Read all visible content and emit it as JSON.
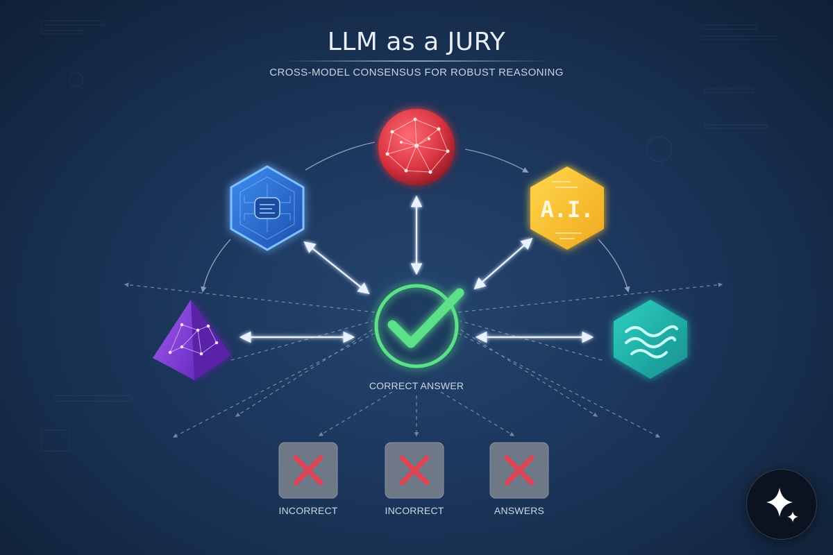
{
  "title": "LLM as a JURY",
  "subtitle": "CROSS-MODEL CONSENSUS FOR ROBUST REASONING",
  "center": {
    "label": "CORRECT ANSWER",
    "icon": "checkmark-icon",
    "color": "#5be08a"
  },
  "jurors": [
    {
      "name": "neural-sphere",
      "icon": "neural-network-sphere-icon",
      "color": "#e0424e"
    },
    {
      "name": "circuit-hexagon",
      "icon": "circuit-chip-icon",
      "color": "#2f6fd6"
    },
    {
      "name": "ai-hexagon",
      "icon": "ai-text-icon",
      "text": "A.I.",
      "color": "#f2c231"
    },
    {
      "name": "pyramid",
      "icon": "network-pyramid-icon",
      "color": "#8a45d8"
    },
    {
      "name": "wave-hexagon",
      "icon": "wave-icon",
      "color": "#22b3a8"
    }
  ],
  "rejected": [
    {
      "label": "INCORRECT",
      "icon": "cross-icon"
    },
    {
      "label": "INCORRECT",
      "icon": "cross-icon"
    },
    {
      "label": "ANSWERS",
      "icon": "cross-icon"
    }
  ],
  "colors": {
    "accent_green": "#5be08a",
    "reject_red": "#e04454",
    "arrow": "#e8f1ff"
  },
  "assistant": {
    "icon": "sparkle-icon"
  }
}
